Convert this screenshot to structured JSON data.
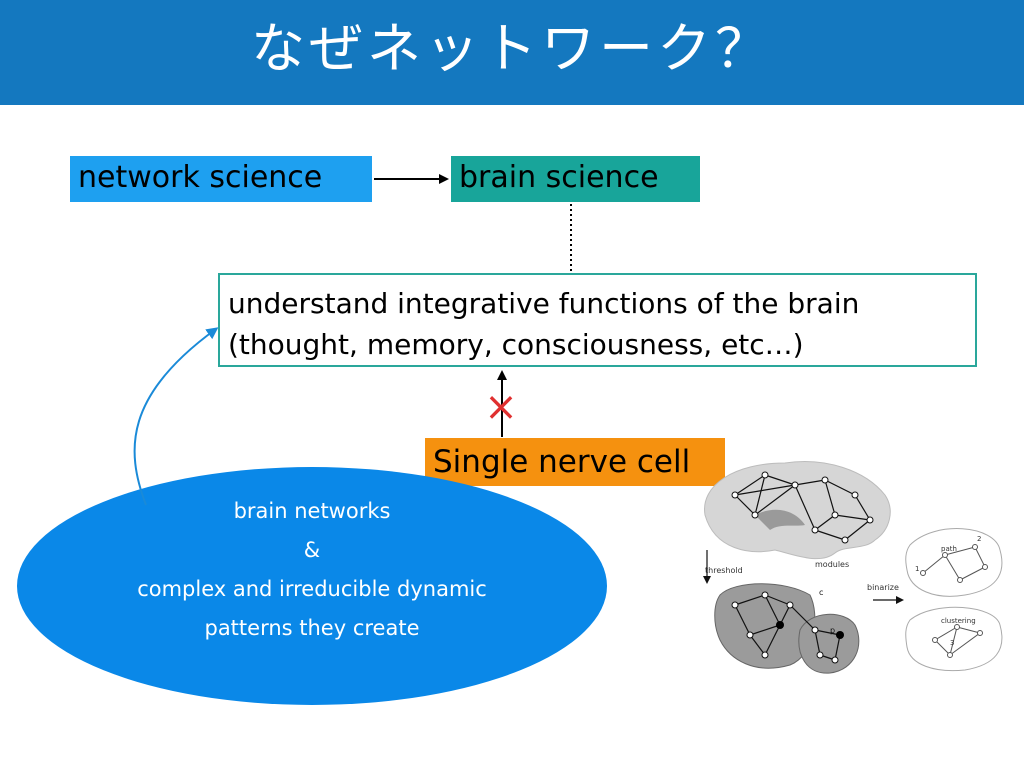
{
  "title": "なぜネットワーク？",
  "boxes": {
    "network": "network science",
    "brain": "brain science",
    "understand_line1": "understand integrative functions of the brain",
    "understand_line2": "(thought, memory, consciousness, etc…)",
    "single": "Single nerve cell"
  },
  "ellipse": {
    "line1": "brain networks",
    "line2": "&",
    "line3": "complex and irreducible dynamic",
    "line4": "patterns they create"
  },
  "cross_mark": "×",
  "figure_labels": {
    "threshold": "threshold",
    "modules": "modules",
    "binarize": "binarize",
    "path": "path",
    "clustering": "clustering",
    "n1": "1",
    "n2": "2",
    "n3": "3",
    "nc": "c",
    "np": "p"
  },
  "colors": {
    "header": "#1478bf",
    "network_box": "#1ea0f0",
    "brain_box": "#18a59a",
    "single_box": "#f5910f",
    "ellipse": "#0a88e8",
    "cross": "#e03030"
  }
}
